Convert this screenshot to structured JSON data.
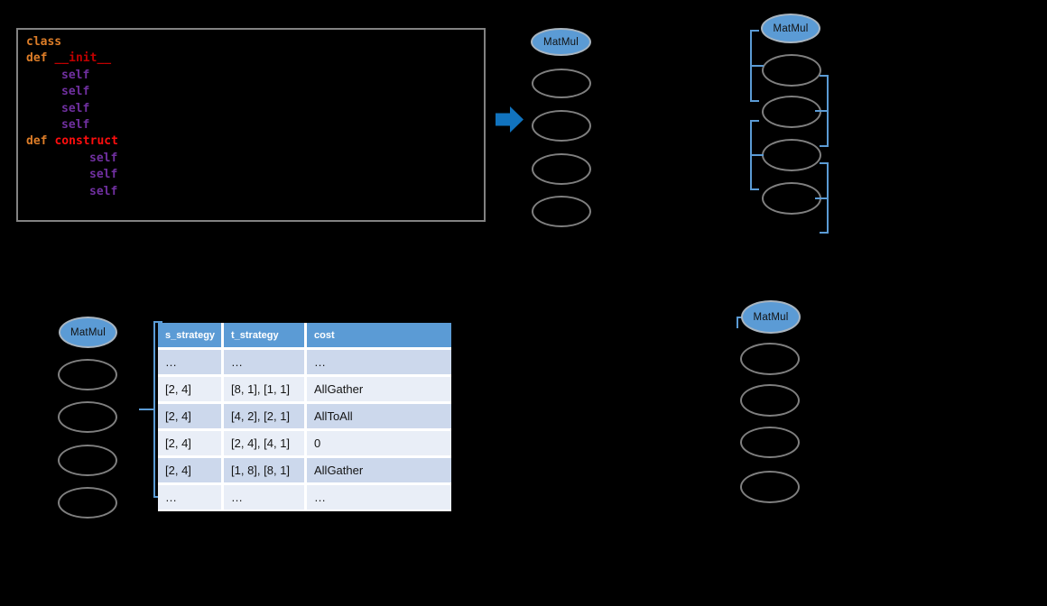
{
  "palette": {
    "background": "#000000",
    "accent_blue": "#5b9bd5",
    "arrow_blue": "#1173be",
    "bracket_blue": "#5b9bd5",
    "ellipse_outline": "#7f7f7f",
    "code_keyword_orange": "#dd7d28",
    "code_init_red": "#c00000",
    "code_construct_red": "#ff0e0e",
    "code_self_purple": "#7030a0",
    "table_header_bg": "#5b9bd5",
    "table_band_dark": "#ccd8ec",
    "table_band_light": "#e9eef7"
  },
  "code": {
    "lines": [
      {
        "indent": 0,
        "segments": [
          {
            "text": "class",
            "type": "keyword"
          }
        ]
      },
      {
        "indent": 0,
        "segments": [
          {
            "text": "def",
            "type": "keyword"
          },
          {
            "text": "__init__",
            "type": "dunder-name"
          }
        ]
      },
      {
        "indent": 1,
        "segments": [
          {
            "text": "self",
            "type": "self"
          }
        ]
      },
      {
        "indent": 1,
        "segments": [
          {
            "text": "self",
            "type": "self"
          }
        ]
      },
      {
        "indent": 1,
        "segments": [
          {
            "text": "self",
            "type": "self"
          }
        ]
      },
      {
        "indent": 1,
        "segments": [
          {
            "text": "self",
            "type": "self"
          }
        ]
      },
      {
        "indent": 0,
        "segments": [
          {
            "text": "def",
            "type": "keyword"
          },
          {
            "text": "construct",
            "type": "method-name"
          }
        ]
      },
      {
        "indent": 2,
        "segments": [
          {
            "text": "self",
            "type": "self"
          }
        ]
      },
      {
        "indent": 2,
        "segments": [
          {
            "text": "self",
            "type": "self"
          }
        ]
      },
      {
        "indent": 2,
        "segments": [
          {
            "text": "self",
            "type": "self"
          }
        ]
      }
    ]
  },
  "icons": {
    "flow_arrow": "right-block-arrow"
  },
  "graphs": {
    "node_label": "MatMul",
    "empty_nodes_per_graph": 4,
    "graph_count": 4
  },
  "table": {
    "headers": [
      "s_strategy",
      "t_strategy",
      "cost"
    ],
    "rows": [
      [
        "…",
        "…",
        "…"
      ],
      [
        "[2, 4]",
        "[8, 1], [1, 1]",
        "AllGather"
      ],
      [
        "[2, 4]",
        "[4, 2], [2, 1]",
        "AllToAll"
      ],
      [
        "[2, 4]",
        "[2, 4], [4, 1]",
        "0"
      ],
      [
        "[2, 4]",
        "[1, 8], [8, 1]",
        "AllGather"
      ],
      [
        "…",
        "…",
        "…"
      ]
    ]
  }
}
